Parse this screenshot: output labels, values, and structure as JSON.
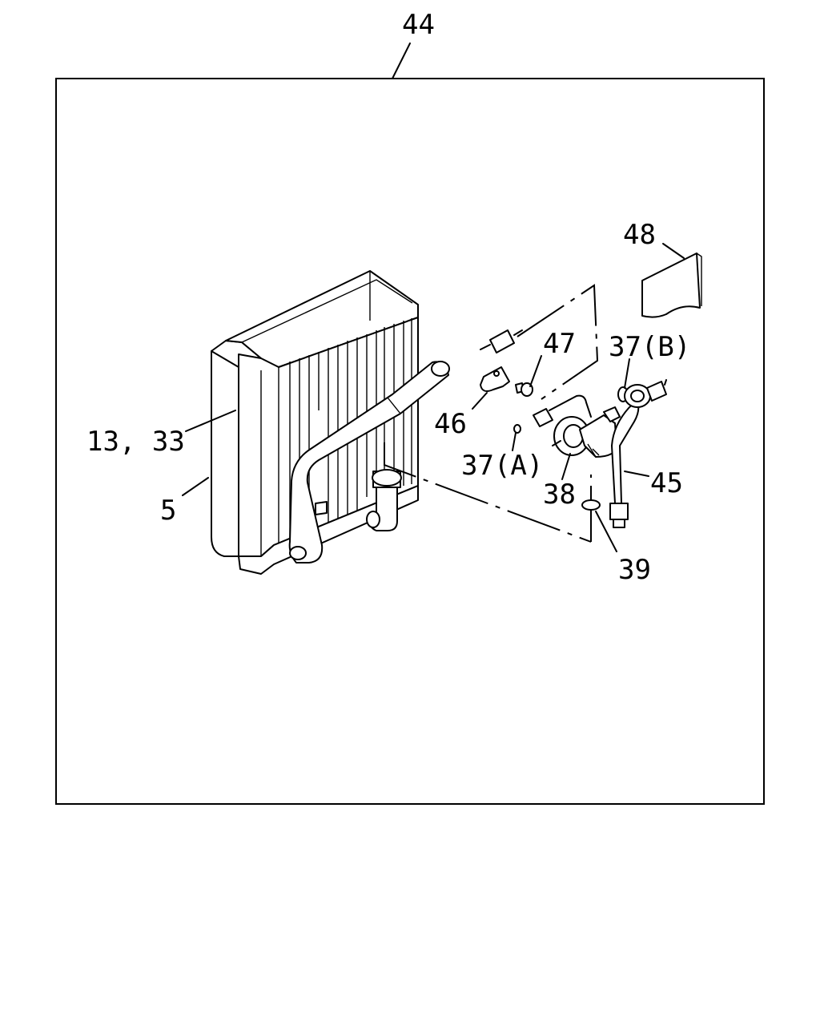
{
  "labels": {
    "l44": "44",
    "l48": "48",
    "l47": "47",
    "l37b": "37(B)",
    "l46": "46",
    "l13_33": "13, 33",
    "l37a": "37(A)",
    "l38": "38",
    "l45": "45",
    "l5": "5",
    "l39": "39"
  }
}
